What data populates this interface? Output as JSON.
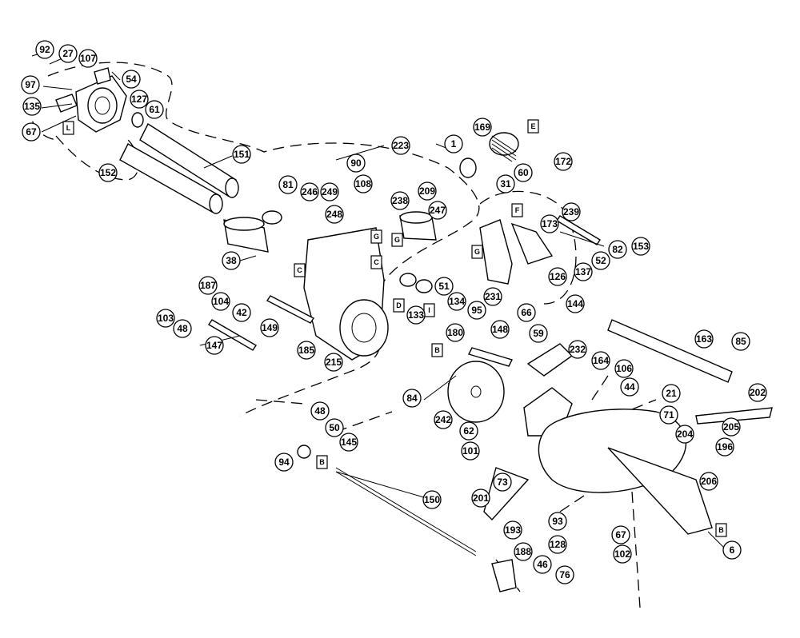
{
  "diagram": {
    "callouts": [
      "92",
      "27",
      "107",
      "54",
      "97",
      "127",
      "61",
      "135",
      "67",
      "151",
      "152",
      "223",
      "90",
      "81",
      "246",
      "249",
      "108",
      "209",
      "238",
      "248",
      "247",
      "1",
      "169",
      "60",
      "172",
      "31",
      "239",
      "173",
      "153",
      "82",
      "52",
      "137",
      "126",
      "144",
      "38",
      "187",
      "104",
      "42",
      "51",
      "134",
      "95",
      "231",
      "66",
      "133",
      "180",
      "149",
      "103",
      "48",
      "147",
      "185",
      "215",
      "148",
      "59",
      "232",
      "163",
      "85",
      "164",
      "106",
      "44",
      "21",
      "202",
      "71",
      "205",
      "204",
      "196",
      "84",
      "242",
      "62",
      "101",
      "48",
      "50",
      "145",
      "94",
      "150",
      "73",
      "201",
      "206",
      "193",
      "93",
      "67",
      "128",
      "102",
      "6",
      "188",
      "46",
      "76"
    ],
    "reference_tags": [
      "L",
      "E",
      "F",
      "G",
      "C",
      "C",
      "G",
      "G",
      "D",
      "B",
      "B",
      "B",
      "I"
    ]
  }
}
